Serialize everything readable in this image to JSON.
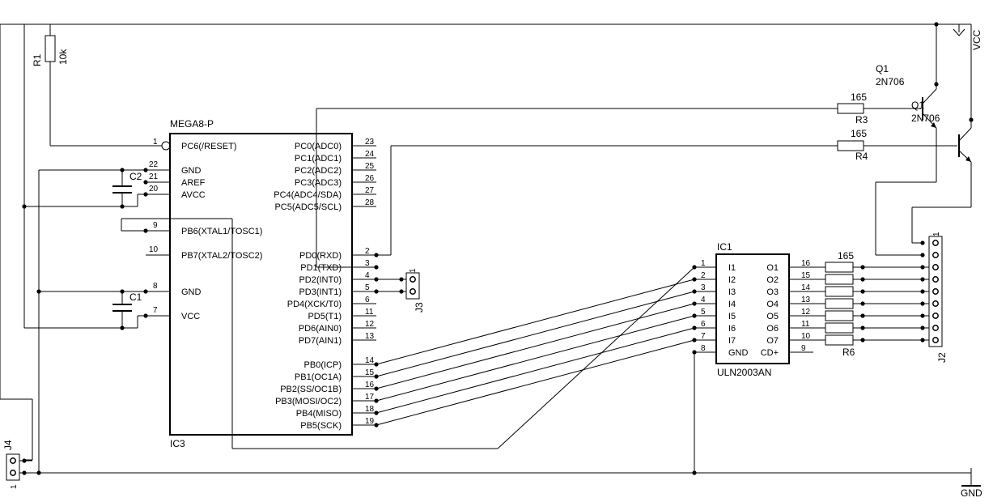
{
  "ic3": {
    "name": "IC3",
    "part": "MEGA8-P",
    "left_pins": [
      {
        "num": "1",
        "label": "PC6(/RESET)"
      },
      {
        "num": "22",
        "label": "GND"
      },
      {
        "num": "21",
        "label": "AREF"
      },
      {
        "num": "20",
        "label": "AVCC"
      },
      {
        "num": "9",
        "label": "PB6(XTAL1/TOSC1)"
      },
      {
        "num": "10",
        "label": "PB7(XTAL2/TOSC2)"
      },
      {
        "num": "8",
        "label": "GND"
      },
      {
        "num": "7",
        "label": "VCC"
      }
    ],
    "right_pins": [
      {
        "num": "23",
        "label": "PC0(ADC0)"
      },
      {
        "num": "24",
        "label": "PC1(ADC1)"
      },
      {
        "num": "25",
        "label": "PC2(ADC2)"
      },
      {
        "num": "26",
        "label": "PC3(ADC3)"
      },
      {
        "num": "27",
        "label": "PC4(ADC4/SDA)"
      },
      {
        "num": "28",
        "label": "PC5(ADC5/SCL)"
      },
      {
        "num": "2",
        "label": "PD0(RXD)"
      },
      {
        "num": "3",
        "label": "PD1(TXD)"
      },
      {
        "num": "4",
        "label": "PD2(INT0)"
      },
      {
        "num": "5",
        "label": "PD3(INT1)"
      },
      {
        "num": "6",
        "label": "PD4(XCK/T0)"
      },
      {
        "num": "11",
        "label": "PD5(T1)"
      },
      {
        "num": "12",
        "label": "PD6(AIN0)"
      },
      {
        "num": "13",
        "label": "PD7(AIN1)"
      },
      {
        "num": "14",
        "label": "PB0(ICP)"
      },
      {
        "num": "15",
        "label": "PB1(OC1A)"
      },
      {
        "num": "16",
        "label": "PB2(SS/OC1B)"
      },
      {
        "num": "17",
        "label": "PB3(MOSI/OC2)"
      },
      {
        "num": "18",
        "label": "PB4(MISO)"
      },
      {
        "num": "19",
        "label": "PB5(SCK)"
      }
    ]
  },
  "ic1": {
    "name": "IC1",
    "part": "ULN2003AN",
    "left_pins": [
      {
        "num": "1",
        "label": "I1"
      },
      {
        "num": "2",
        "label": "I2"
      },
      {
        "num": "3",
        "label": "I3"
      },
      {
        "num": "4",
        "label": "I4"
      },
      {
        "num": "5",
        "label": "I5"
      },
      {
        "num": "6",
        "label": "I6"
      },
      {
        "num": "7",
        "label": "I7"
      },
      {
        "num": "8",
        "label": "GND"
      }
    ],
    "right_pins": [
      {
        "num": "16",
        "label": "O1"
      },
      {
        "num": "15",
        "label": "O2"
      },
      {
        "num": "14",
        "label": "O3"
      },
      {
        "num": "13",
        "label": "O4"
      },
      {
        "num": "12",
        "label": "O5"
      },
      {
        "num": "11",
        "label": "O6"
      },
      {
        "num": "10",
        "label": "O7"
      },
      {
        "num": "9",
        "label": "CD+"
      }
    ]
  },
  "resistors": {
    "r1": {
      "name": "R1",
      "value": "10k"
    },
    "r3": {
      "name": "R3",
      "value": "165"
    },
    "r4": {
      "name": "R4",
      "value": "165"
    },
    "r6": {
      "name": "R6",
      "value": "165"
    }
  },
  "capacitors": {
    "c1": {
      "name": "C1"
    },
    "c2": {
      "name": "C2"
    }
  },
  "transistors": {
    "q1": {
      "name": "Q1",
      "part": "2N706"
    },
    "q2": {
      "name": "Q1",
      "part": "2N706"
    }
  },
  "connectors": {
    "j2": {
      "name": "J2",
      "pin_one": "1"
    },
    "j3": {
      "name": "J3",
      "pin_one": "1"
    },
    "j4": {
      "name": "J4",
      "pin_one": "1"
    }
  },
  "supplies": {
    "vcc": "VCC",
    "gnd": "GND"
  }
}
